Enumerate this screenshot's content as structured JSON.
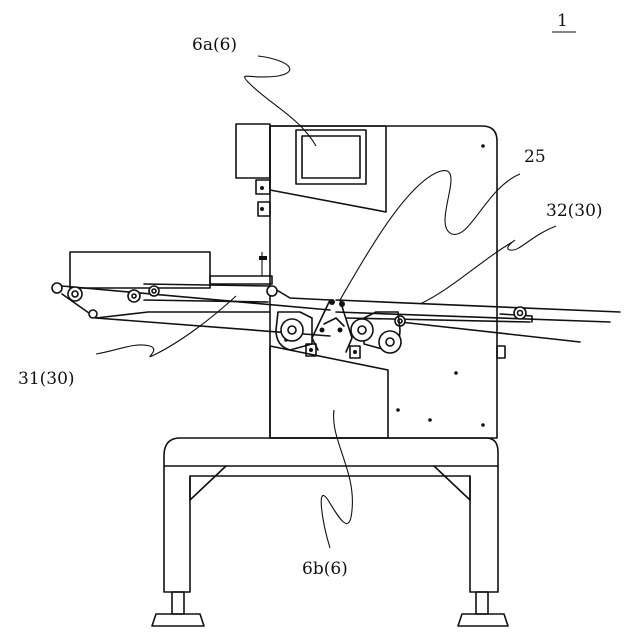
{
  "figure": {
    "number": "1",
    "labels": {
      "upper_guard": "6a(6)",
      "lower_guard": "6b(6)",
      "pivot": "25",
      "right_conveyor": "32(30)",
      "left_conveyor": "31(30)"
    }
  }
}
